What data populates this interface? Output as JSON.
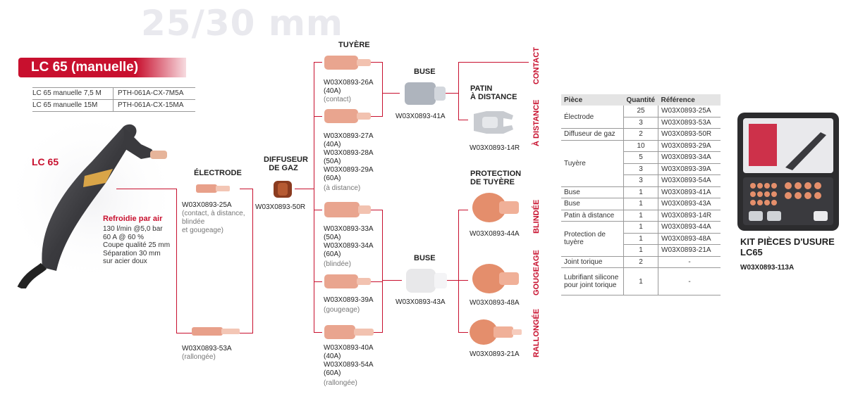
{
  "title": "25/30 mm",
  "banner": "LC 65 (manuelle)",
  "models": [
    {
      "name": "LC 65 manuelle 7,5 M",
      "ref": "PTH-061A-CX-7M5A"
    },
    {
      "name": "LC 65 manuelle 15M",
      "ref": "PTH-061A-CX-15MA"
    }
  ],
  "torch": {
    "label": "LC 65",
    "cooling_title": "Refroidie par air",
    "specs": [
      "130 l/min @5,0 bar",
      "60 A @ 60 %",
      "Coupe qualité 25 mm",
      "Séparation 30 mm",
      "sur acier doux"
    ]
  },
  "electrode": {
    "title": "ÉLECTRODE",
    "ref1": "W03X0893-25A",
    "sub1a": "(contact, à distance,",
    "sub1b": "blindée",
    "sub1c": "et gougeage)",
    "ref2": "W03X0893-53A",
    "sub2": "(rallongée)"
  },
  "diffuser": {
    "title1": "DIFFUSEUR",
    "title2": "DE GAZ",
    "ref": "W03X0893-50R"
  },
  "tuyere": {
    "title": "TUYÈRE",
    "t1_ref": "W03X0893-26A",
    "t1_a": "(40A)",
    "t1_sub": "(contact)",
    "t2_ref1": "W03X0893-27A",
    "t2_a1": "(40A)",
    "t2_ref2": "W03X0893-28A",
    "t2_a2": "(50A)",
    "t2_ref3": "W03X0893-29A",
    "t2_a3": "(60A)",
    "t2_sub": "(à distance)",
    "t3_ref1": "W03X0893-33A",
    "t3_a1": "(50A)",
    "t3_ref2": "W03X0893-34A",
    "t3_a2": "(60A)",
    "t3_sub": "(blindée)",
    "t4_ref": "W03X0893-39A",
    "t4_sub": "(gougeage)",
    "t5_ref1": "W03X0893-40A",
    "t5_a1": "(40A)",
    "t5_ref2": "W03X0893-54A",
    "t5_a2": "(60A)",
    "t5_sub": "(rallongée)"
  },
  "buse1": {
    "title": "BUSE",
    "ref": "W03X0893-41A"
  },
  "buse2": {
    "title": "BUSE",
    "ref": "W03X0893-43A"
  },
  "patin": {
    "title1": "PATIN",
    "title2": "À DISTANCE",
    "ref": "W03X0893-14R"
  },
  "protection": {
    "title1": "PROTECTION",
    "title2": "DE TUYÈRE",
    "ref1": "W03X0893-44A",
    "ref2": "W03X0893-48A",
    "ref3": "W03X0893-21A"
  },
  "modes": [
    "CONTACT",
    "À DISTANCE",
    "BLINDÉE",
    "GOUGEAGE",
    "RALLONGÉE"
  ],
  "table": {
    "headers": [
      "Pièce",
      "Quantité",
      "Référence"
    ],
    "rows": [
      {
        "piece": "Électrode",
        "items": [
          {
            "q": "25",
            "r": "W03X0893-25A"
          },
          {
            "q": "3",
            "r": "W03X0893-53A"
          }
        ]
      },
      {
        "piece": "Diffuseur de gaz",
        "items": [
          {
            "q": "2",
            "r": "W03X0893-50R"
          }
        ]
      },
      {
        "piece": "Tuyère",
        "items": [
          {
            "q": "10",
            "r": "W03X0893-29A"
          },
          {
            "q": "5",
            "r": "W03X0893-34A"
          },
          {
            "q": "3",
            "r": "W03X0893-39A"
          },
          {
            "q": "3",
            "r": "W03X0893-54A"
          }
        ]
      },
      {
        "piece": "Buse",
        "items": [
          {
            "q": "1",
            "r": "W03X0893-41A"
          }
        ]
      },
      {
        "piece": "Buse",
        "items": [
          {
            "q": "1",
            "r": "W03X0893-43A"
          }
        ]
      },
      {
        "piece": "Patin à distance",
        "items": [
          {
            "q": "1",
            "r": "W03X0893-14R"
          }
        ]
      },
      {
        "piece": "Protection de tuyère",
        "items": [
          {
            "q": "1",
            "r": "W03X0893-44A"
          },
          {
            "q": "1",
            "r": "W03X0893-48A"
          },
          {
            "q": "1",
            "r": "W03X0893-21A"
          }
        ]
      },
      {
        "piece": "Joint torique",
        "items": [
          {
            "q": "2",
            "r": "-"
          }
        ]
      },
      {
        "piece": "Lubrifiant silicone pour joint torique",
        "items": [
          {
            "q": "1",
            "r": "-"
          }
        ]
      }
    ]
  },
  "kit": {
    "title1": "KIT PIÈCES D'USURE",
    "title2": "LC65",
    "ref": "W03X0893-113A"
  }
}
